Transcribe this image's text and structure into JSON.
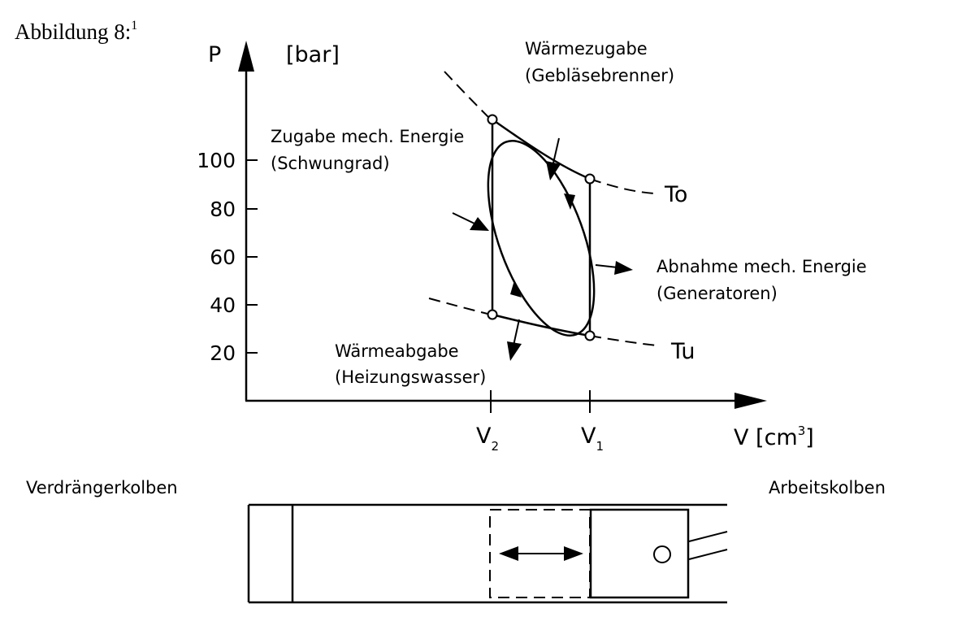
{
  "figure": {
    "title": "Abbildung 8:",
    "footnote_mark": "1"
  },
  "axes": {
    "y_symbol": "P",
    "y_unit": "[bar]",
    "y_ticks": [
      "100",
      "80",
      "60",
      "40",
      "20"
    ],
    "x_label": "V [cm",
    "x_label_exponent": "3",
    "x_label_close": "]",
    "v2": {
      "main": "V",
      "sub": "2"
    },
    "v1": {
      "main": "V",
      "sub": "1"
    }
  },
  "isotherms": {
    "upper": "To",
    "lower": "Tu"
  },
  "annotations": {
    "heat_in_line1": "Wärmezugabe",
    "heat_in_line2": "(Gebläsebrenner)",
    "mech_in_line1": "Zugabe mech. Energie",
    "mech_in_line2": "(Schwungrad)",
    "mech_out_line1": "Abnahme mech. Energie",
    "mech_out_line2": "(Generatoren)",
    "heat_out_line1": "Wärmeabgabe",
    "heat_out_line2": "(Heizungswasser)"
  },
  "cylinder": {
    "displacer_label": "Verdrängerkolben",
    "working_label": "Arbeitskolben"
  }
}
